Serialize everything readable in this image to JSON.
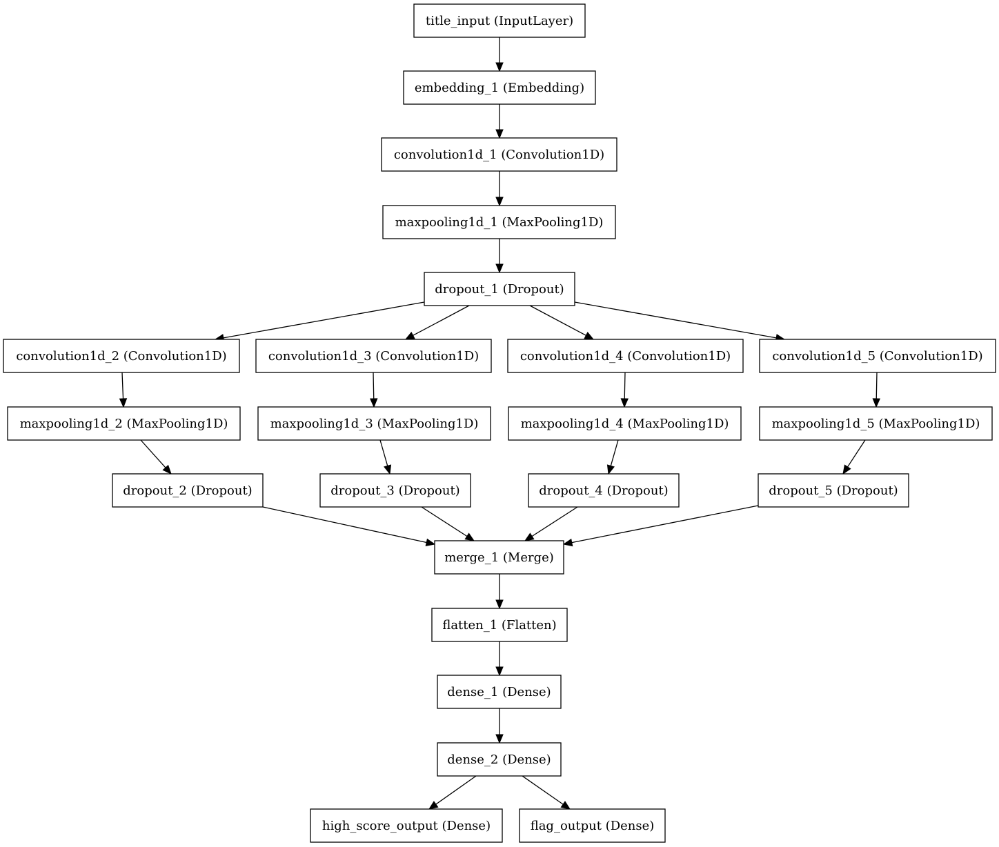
{
  "diagram": {
    "nodes": [
      {
        "id": "title_input",
        "label": "title_input (InputLayer)"
      },
      {
        "id": "embedding_1",
        "label": "embedding_1 (Embedding)"
      },
      {
        "id": "convolution1d_1",
        "label": "convolution1d_1 (Convolution1D)"
      },
      {
        "id": "maxpooling1d_1",
        "label": "maxpooling1d_1 (MaxPooling1D)"
      },
      {
        "id": "dropout_1",
        "label": "dropout_1 (Dropout)"
      },
      {
        "id": "convolution1d_2",
        "label": "convolution1d_2 (Convolution1D)"
      },
      {
        "id": "convolution1d_3",
        "label": "convolution1d_3 (Convolution1D)"
      },
      {
        "id": "convolution1d_4",
        "label": "convolution1d_4 (Convolution1D)"
      },
      {
        "id": "convolution1d_5",
        "label": "convolution1d_5 (Convolution1D)"
      },
      {
        "id": "maxpooling1d_2",
        "label": "maxpooling1d_2 (MaxPooling1D)"
      },
      {
        "id": "maxpooling1d_3",
        "label": "maxpooling1d_3 (MaxPooling1D)"
      },
      {
        "id": "maxpooling1d_4",
        "label": "maxpooling1d_4 (MaxPooling1D)"
      },
      {
        "id": "maxpooling1d_5",
        "label": "maxpooling1d_5 (MaxPooling1D)"
      },
      {
        "id": "dropout_2",
        "label": "dropout_2 (Dropout)"
      },
      {
        "id": "dropout_3",
        "label": "dropout_3 (Dropout)"
      },
      {
        "id": "dropout_4",
        "label": "dropout_4 (Dropout)"
      },
      {
        "id": "dropout_5",
        "label": "dropout_5 (Dropout)"
      },
      {
        "id": "merge_1",
        "label": "merge_1 (Merge)"
      },
      {
        "id": "flatten_1",
        "label": "flatten_1 (Flatten)"
      },
      {
        "id": "dense_1",
        "label": "dense_1 (Dense)"
      },
      {
        "id": "dense_2",
        "label": "dense_2 (Dense)"
      },
      {
        "id": "high_score_output",
        "label": "high_score_output (Dense)"
      },
      {
        "id": "flag_output",
        "label": "flag_output (Dense)"
      }
    ],
    "edges": [
      {
        "from": "title_input",
        "to": "embedding_1"
      },
      {
        "from": "embedding_1",
        "to": "convolution1d_1"
      },
      {
        "from": "convolution1d_1",
        "to": "maxpooling1d_1"
      },
      {
        "from": "maxpooling1d_1",
        "to": "dropout_1"
      },
      {
        "from": "dropout_1",
        "to": "convolution1d_2"
      },
      {
        "from": "dropout_1",
        "to": "convolution1d_3"
      },
      {
        "from": "dropout_1",
        "to": "convolution1d_4"
      },
      {
        "from": "dropout_1",
        "to": "convolution1d_5"
      },
      {
        "from": "convolution1d_2",
        "to": "maxpooling1d_2"
      },
      {
        "from": "convolution1d_3",
        "to": "maxpooling1d_3"
      },
      {
        "from": "convolution1d_4",
        "to": "maxpooling1d_4"
      },
      {
        "from": "convolution1d_5",
        "to": "maxpooling1d_5"
      },
      {
        "from": "maxpooling1d_2",
        "to": "dropout_2"
      },
      {
        "from": "maxpooling1d_3",
        "to": "dropout_3"
      },
      {
        "from": "maxpooling1d_4",
        "to": "dropout_4"
      },
      {
        "from": "maxpooling1d_5",
        "to": "dropout_5"
      },
      {
        "from": "dropout_2",
        "to": "merge_1"
      },
      {
        "from": "dropout_3",
        "to": "merge_1"
      },
      {
        "from": "dropout_4",
        "to": "merge_1"
      },
      {
        "from": "dropout_5",
        "to": "merge_1"
      },
      {
        "from": "merge_1",
        "to": "flatten_1"
      },
      {
        "from": "flatten_1",
        "to": "dense_1"
      },
      {
        "from": "dense_1",
        "to": "dense_2"
      },
      {
        "from": "dense_2",
        "to": "high_score_output"
      },
      {
        "from": "dense_2",
        "to": "flag_output"
      }
    ]
  }
}
